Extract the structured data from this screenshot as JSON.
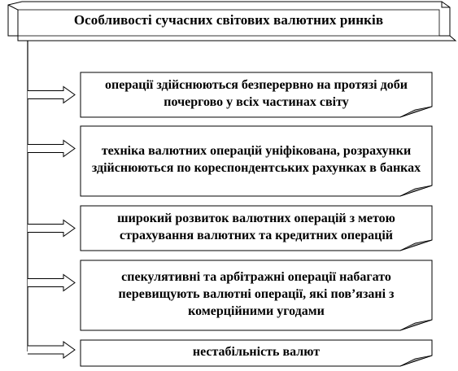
{
  "title": "Особливості сучасних світових валютних ринків",
  "items": [
    {
      "text": "операції здійснюються безперервно на протязі доби почергово у всіх частинах світу"
    },
    {
      "text": "техніка валютних операцій уніфікована, розрахунки здійснюються по кореспондентських рахунках в банках"
    },
    {
      "text": "широкий розвиток валютних операцій з метою страхування валютних та кредитних операцій"
    },
    {
      "text": "спекулятивні та арбітражні операції набагато перевищують валютні операції, які пов’язані з комерційними угодами"
    },
    {
      "text": "нестабільність валют"
    }
  ]
}
